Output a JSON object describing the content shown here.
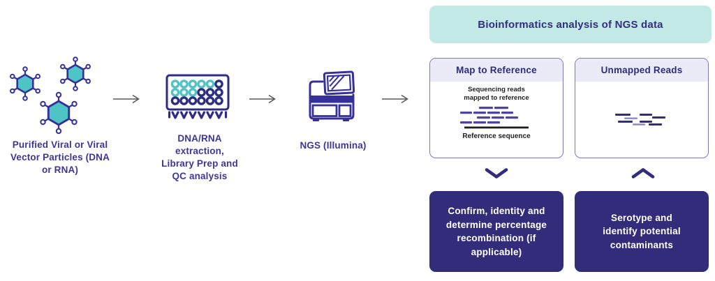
{
  "colors": {
    "icon_navy": "#35309b",
    "icon_teal": "#4fc4c6",
    "label_indigo": "#3d3699",
    "banner_bg": "#c3e9e6",
    "banner_text": "#332e7e",
    "card_border": "#7d76bd",
    "card_header_bg": "#ebeaf7",
    "card_title_text": "#2f2c7c",
    "reads_purple": "#4b44a1",
    "reads_light_purple": "#8e88c9",
    "reference_line_black": "#1d1d1b",
    "outcome_bg": "#332c7b",
    "arrow_gray": "#58595b"
  },
  "icons": {
    "stage_1": "virus-particles-icon",
    "stage_2": "well-plate-icon",
    "stage_3": "sequencer-icon",
    "flow": "arrow-right-icon",
    "to_mapped_outcome": "chevron-down-icon",
    "to_unmapped_outcome": "chevron-up-icon"
  },
  "pipeline": {
    "stages": [
      {
        "name": "virus",
        "label": "Purified Viral or Viral\nVector Particles (DNA\nor RNA)"
      },
      {
        "name": "extraction",
        "label": "DNA/RNA\nextraction,\nLibrary Prep and\nQC analysis"
      },
      {
        "name": "ngs",
        "label": "NGS (Illumina)"
      }
    ]
  },
  "bioinformatics": {
    "banner_title": "Bioinformatics analysis of NGS data",
    "map_card": {
      "title": "Map to Reference",
      "caption_top": "Sequencing reads\nmapped to reference",
      "caption_bottom": "Reference sequence"
    },
    "unmapped_card": {
      "title": "Unmapped Reads"
    },
    "outcomes": {
      "mapped": "Confirm, identity and\ndetermine percentage\nrecombination (if\napplicable)",
      "unmapped": "Serotype and\nidentify potential\ncontaminants"
    }
  }
}
